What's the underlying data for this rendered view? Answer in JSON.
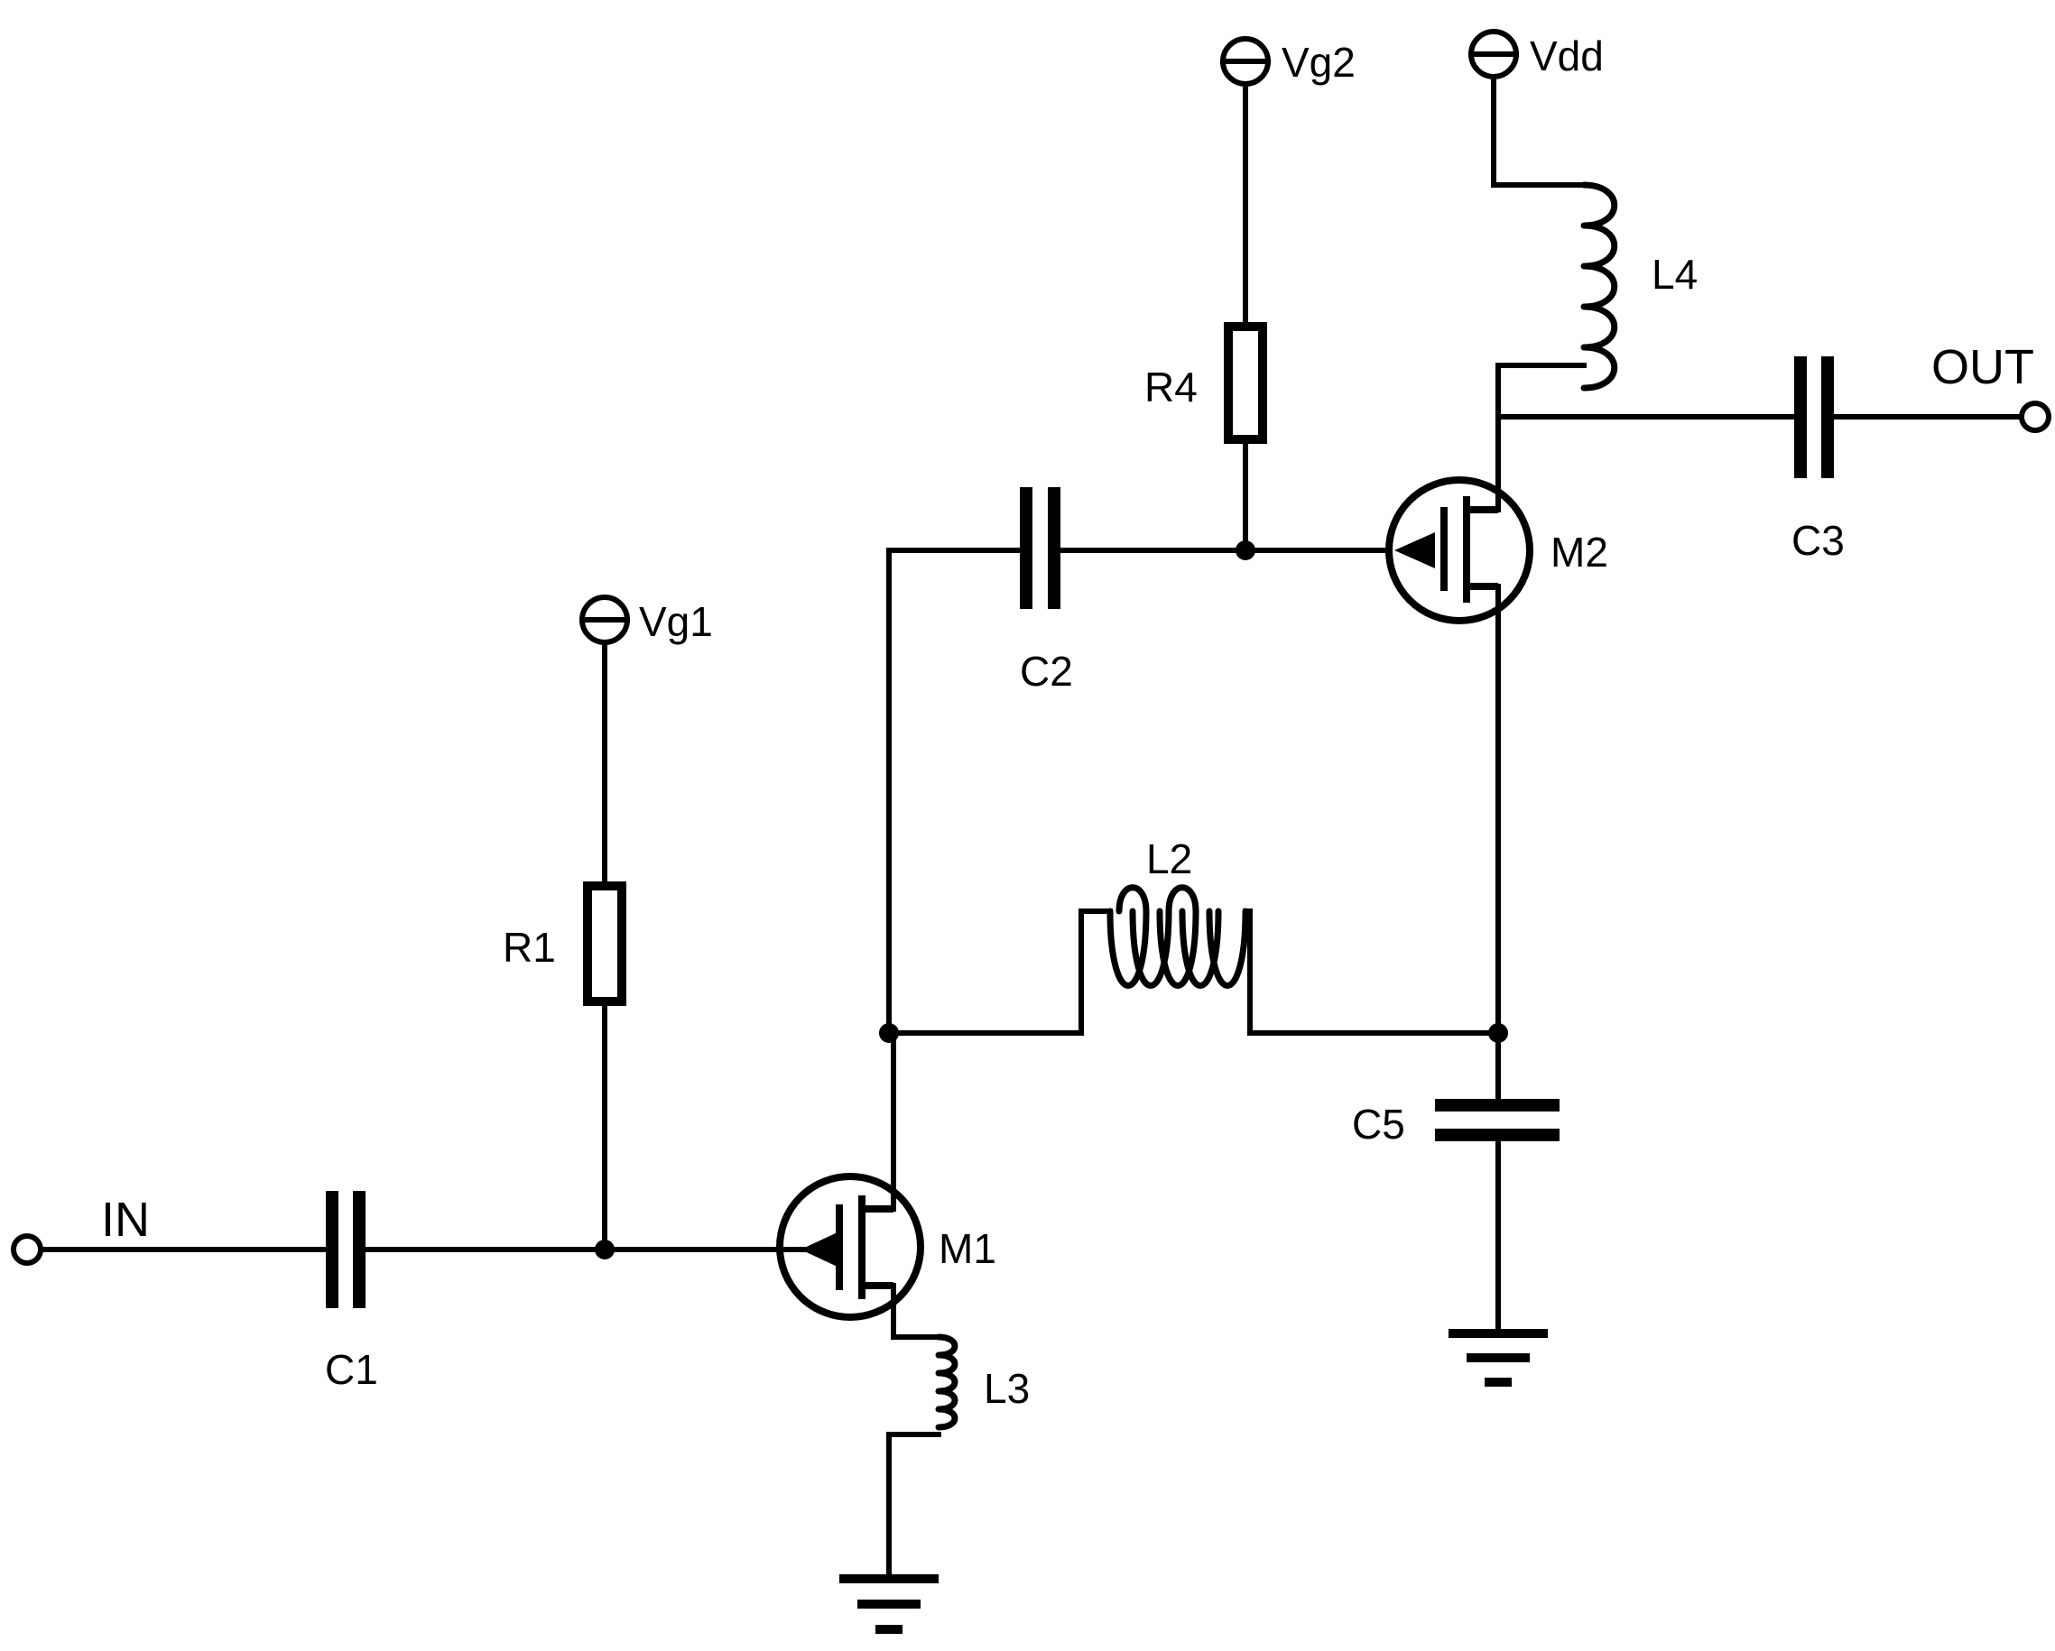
{
  "components": {
    "in_label": "IN",
    "out_label": "OUT",
    "c1": "C1",
    "c2": "C2",
    "c3": "C3",
    "c5": "C5",
    "r1": "R1",
    "r4": "R4",
    "l2": "L2",
    "l3": "L3",
    "l4": "L4",
    "m1": "M1",
    "m2": "M2",
    "vg1": "Vg1",
    "vg2": "Vg2",
    "vdd": "Vdd"
  }
}
